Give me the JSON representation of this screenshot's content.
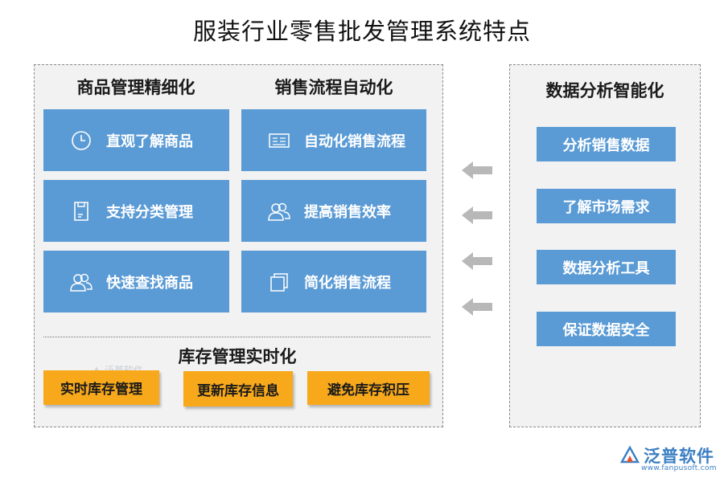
{
  "title": "服装行业零售批发管理系统特点",
  "colors": {
    "blue": "#5b9bd5",
    "orange": "#f7a81b",
    "panel": "#f2f2f2",
    "arrow": "#b8b8b8"
  },
  "goods_section": {
    "heading": "商品管理精细化",
    "items": [
      {
        "label": "直观了解商品",
        "icon": "clock-icon"
      },
      {
        "label": "支持分类管理",
        "icon": "document-icon"
      },
      {
        "label": "快速查找商品",
        "icon": "users-icon"
      }
    ]
  },
  "sales_section": {
    "heading": "销售流程自动化",
    "items": [
      {
        "label": "自动化销售流程",
        "icon": "register-icon"
      },
      {
        "label": "提高销售效率",
        "icon": "users-icon"
      },
      {
        "label": "简化销售流程",
        "icon": "pages-icon"
      }
    ]
  },
  "inventory_section": {
    "heading": "库存管理实时化",
    "items": [
      {
        "label": "实时库存管理"
      },
      {
        "label": "更新库存信息"
      },
      {
        "label": "避免库存积压"
      }
    ]
  },
  "analysis_section": {
    "heading": "数据分析智能化",
    "items": [
      {
        "label": "分析销售数据"
      },
      {
        "label": "了解市场需求"
      },
      {
        "label": "数据分析工具"
      },
      {
        "label": "保证数据安全"
      }
    ]
  },
  "watermark": {
    "text": "泛普软件"
  },
  "logo": {
    "name": "泛普软件",
    "url": "www.fanpusoft.com"
  }
}
